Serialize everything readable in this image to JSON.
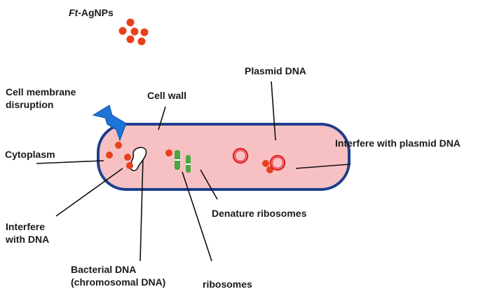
{
  "title": {
    "prefix": "Ft",
    "suffix": "-AgNPs"
  },
  "labels": {
    "plasmid_dna": "Plasmid DNA",
    "cell_wall": "Cell wall",
    "membrane_line1": "Cell membrane",
    "membrane_line2": "disruption",
    "cytoplasm": "Cytoplasm",
    "interfere_plasmid": "Interfere with plasmid DNA",
    "denature_ribosomes": "Denature ribosomes",
    "interfere_dna_line1": "Interfere",
    "interfere_dna_line2": "with DNA",
    "bacterial_dna_line1": "Bacterial DNA",
    "bacterial_dna_line2": "(chromosomal DNA)",
    "ribosomes": "ribosomes"
  },
  "colors": {
    "nanoparticle": "#e8401c",
    "cell_fill": "#f7c1c3",
    "cell_wall": "#1d3f8c",
    "ribosome": "#4aa63f",
    "plasmid": "#e21d24",
    "lightning": "#1e73d6",
    "leader_line": "#111111"
  },
  "icons": {
    "lightning": "lightning-bolt-icon",
    "nanoparticle": "silver-nanoparticle-icon",
    "ribosome": "ribosome-icon",
    "plasmid": "plasmid-ring-icon"
  }
}
